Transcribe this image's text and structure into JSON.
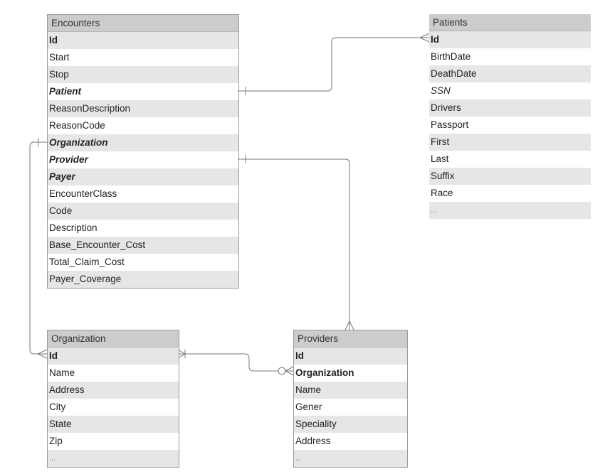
{
  "entities": {
    "encounters": {
      "title": "Encounters",
      "fields": [
        {
          "name": "Id",
          "style": "pk"
        },
        {
          "name": "Start",
          "style": ""
        },
        {
          "name": "Stop",
          "style": ""
        },
        {
          "name": "Patient",
          "style": "fk"
        },
        {
          "name": "ReasonDescription",
          "style": ""
        },
        {
          "name": "ReasonCode",
          "style": ""
        },
        {
          "name": "Organization",
          "style": "fk"
        },
        {
          "name": "Provider",
          "style": "fk"
        },
        {
          "name": "Payer",
          "style": "fk"
        },
        {
          "name": "EncounterClass",
          "style": ""
        },
        {
          "name": "Code",
          "style": ""
        },
        {
          "name": "Description",
          "style": ""
        },
        {
          "name": "Base_Encounter_Cost",
          "style": ""
        },
        {
          "name": "Total_Claim_Cost",
          "style": ""
        },
        {
          "name": "Payer_Coverage",
          "style": ""
        }
      ]
    },
    "patients": {
      "title": "Patients",
      "fields": [
        {
          "name": "Id",
          "style": "pk"
        },
        {
          "name": "BirthDate",
          "style": ""
        },
        {
          "name": "DeathDate",
          "style": ""
        },
        {
          "name": "SSN",
          "style": "it"
        },
        {
          "name": "Drivers",
          "style": ""
        },
        {
          "name": "Passport",
          "style": ""
        },
        {
          "name": "First",
          "style": ""
        },
        {
          "name": "Last",
          "style": ""
        },
        {
          "name": "Suffix",
          "style": ""
        },
        {
          "name": "Race",
          "style": ""
        },
        {
          "name": "...",
          "style": "ell"
        }
      ]
    },
    "organization": {
      "title": "Organization",
      "fields": [
        {
          "name": "Id",
          "style": "pk"
        },
        {
          "name": "Name",
          "style": ""
        },
        {
          "name": "Address",
          "style": ""
        },
        {
          "name": "City",
          "style": ""
        },
        {
          "name": "State",
          "style": ""
        },
        {
          "name": "Zip",
          "style": ""
        },
        {
          "name": "...",
          "style": "ell"
        }
      ]
    },
    "providers": {
      "title": "Providers",
      "fields": [
        {
          "name": "Id",
          "style": "pk"
        },
        {
          "name": "Organization",
          "style": "pk"
        },
        {
          "name": "Name",
          "style": ""
        },
        {
          "name": "Gener",
          "style": ""
        },
        {
          "name": "Speciality",
          "style": ""
        },
        {
          "name": "Address",
          "style": ""
        },
        {
          "name": "...",
          "style": "ell"
        }
      ]
    }
  },
  "relationships": [
    {
      "from": "Encounters.Patient",
      "to": "Patients.Id",
      "from_end": "one",
      "to_end": "many"
    },
    {
      "from": "Encounters.Provider",
      "to": "Providers",
      "from_end": "one",
      "to_end": "many"
    },
    {
      "from": "Encounters.Organization",
      "to": "Organization.Id",
      "from_end": "one",
      "to_end": "many"
    },
    {
      "from": "Organization.Id",
      "to": "Providers.Organization",
      "from_end": "one-or-many",
      "to_end": "zero-or-many"
    }
  ],
  "colors": {
    "header": "#cccccc",
    "stripe": "#e6e6e6",
    "line": "#777777"
  }
}
